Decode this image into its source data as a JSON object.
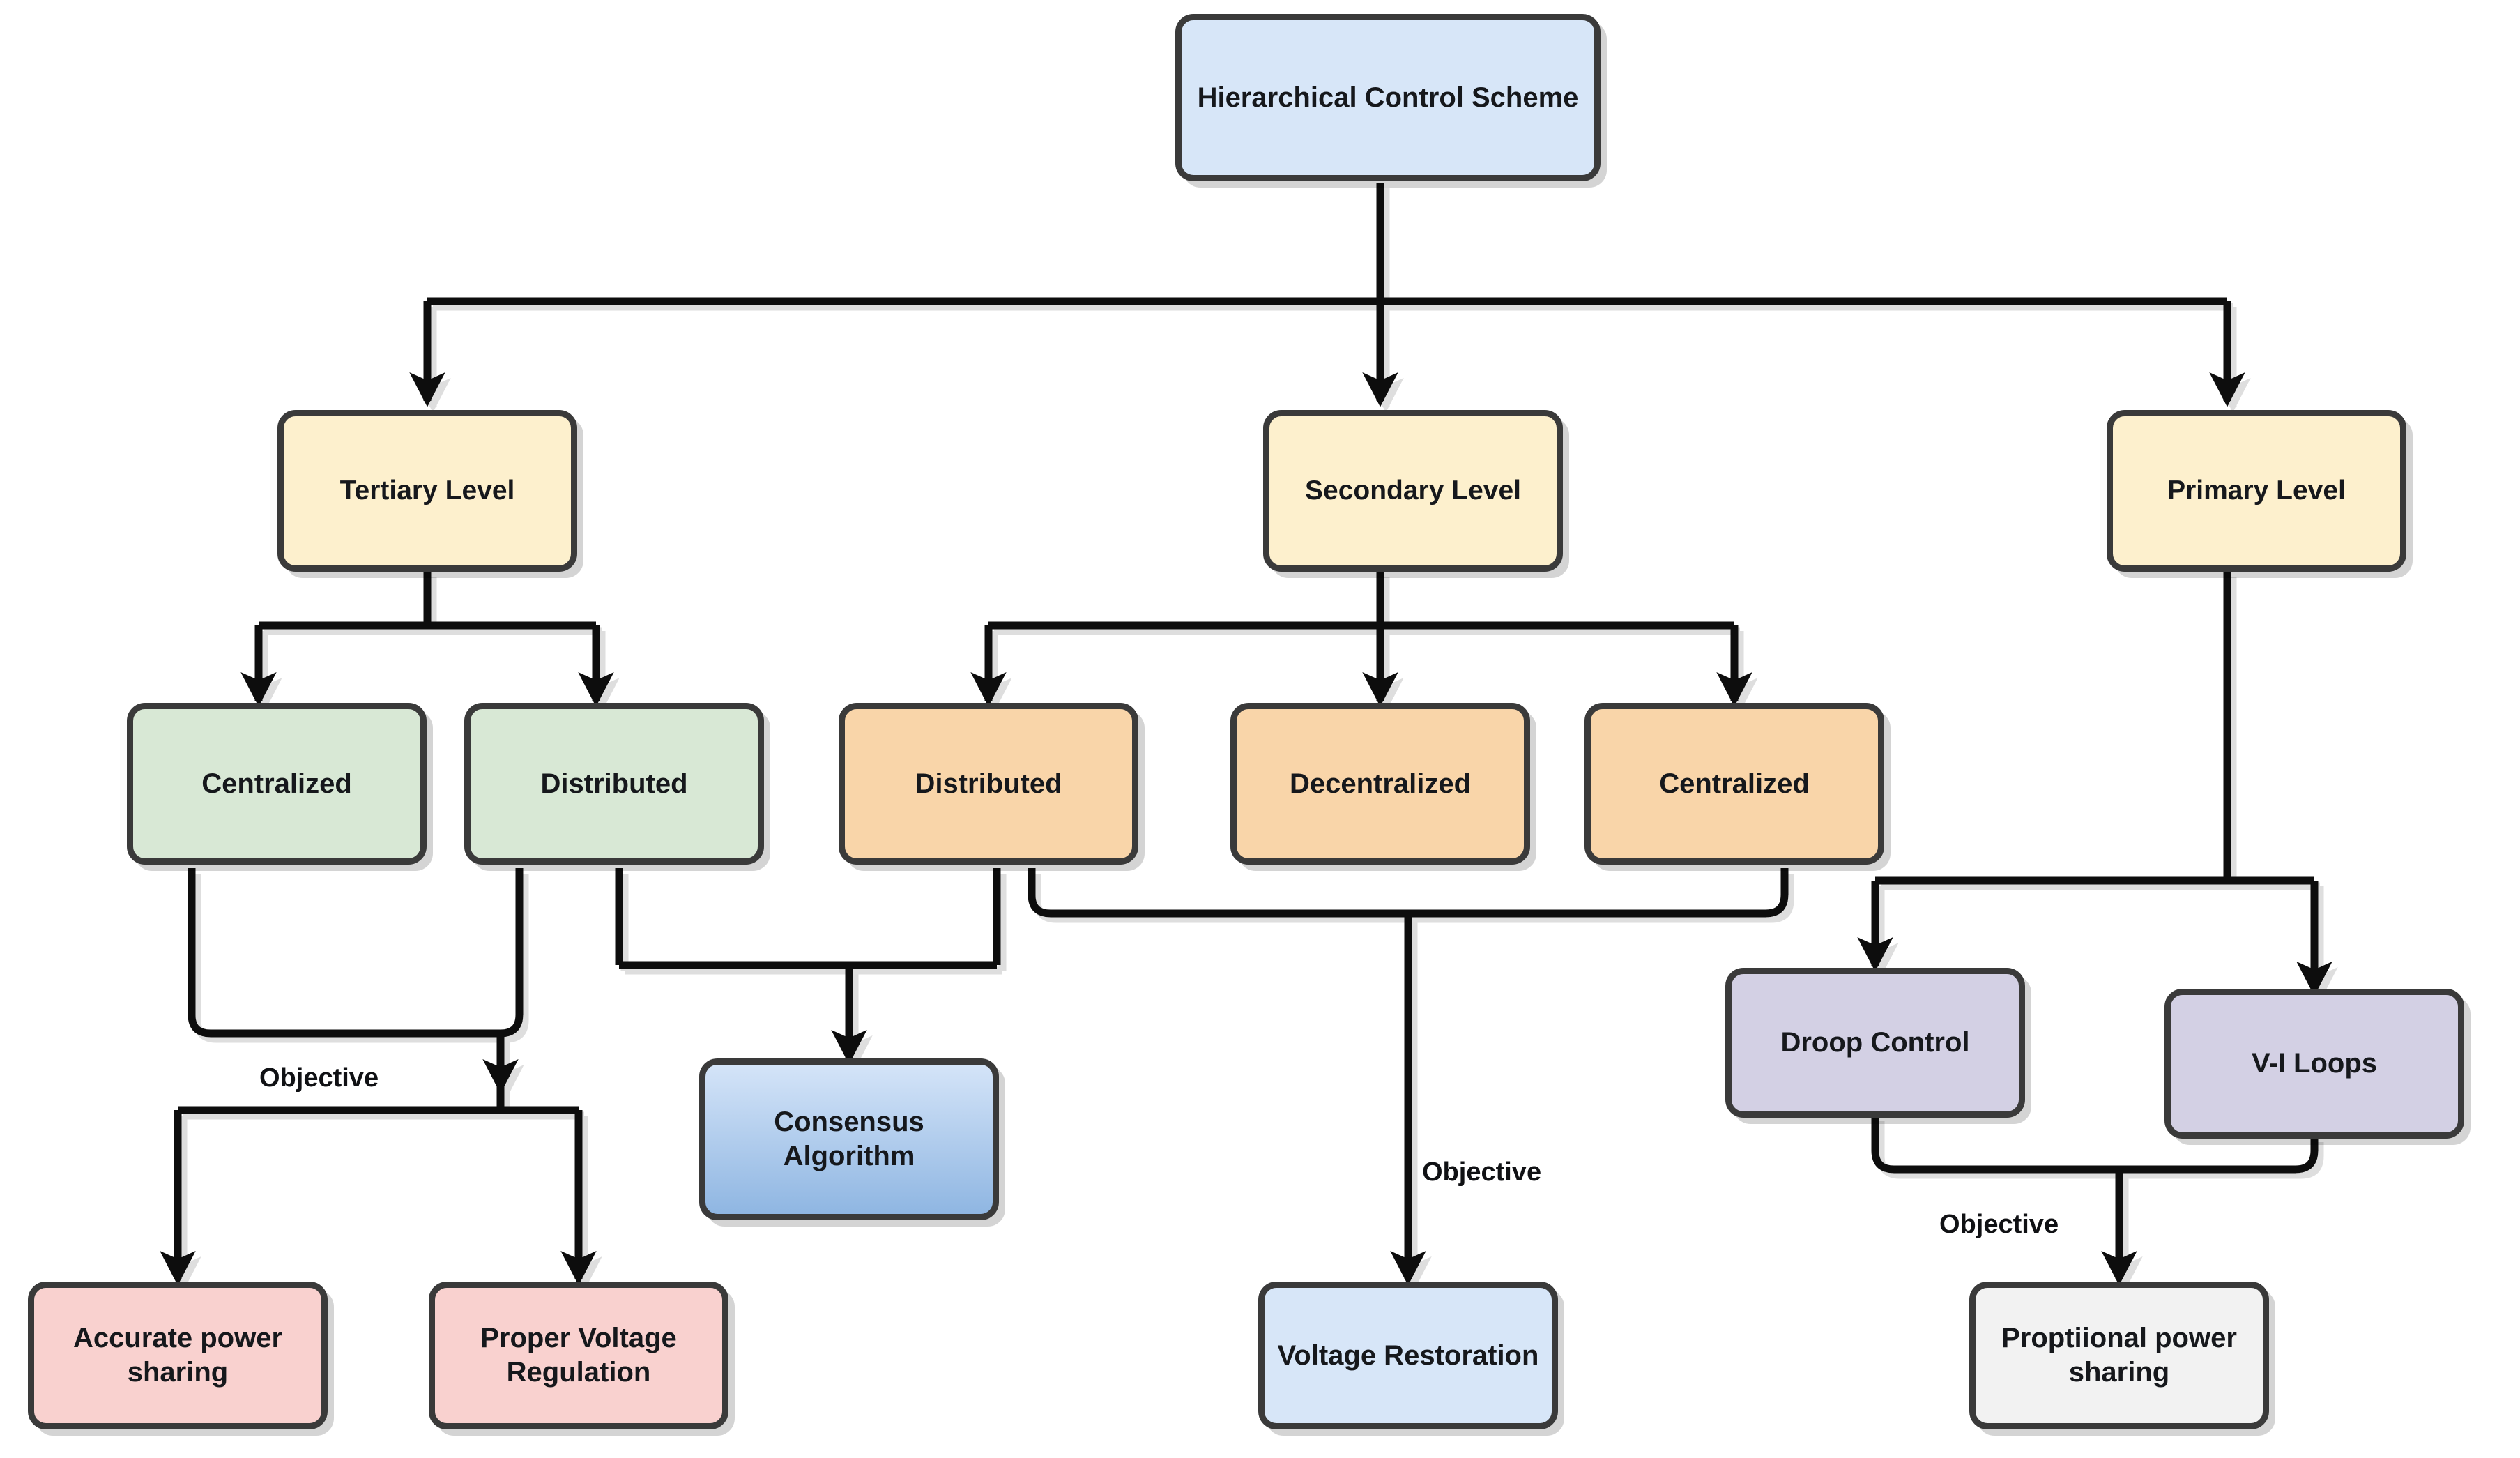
{
  "diagram": {
    "title": "Hierarchical Control Scheme",
    "type": "hierarchical-flowchart",
    "colors": {
      "root": "#d7e6f8",
      "level": "#fdf0cd",
      "tertiary_branch": "#d8e8d5",
      "secondary_branch": "#f9d5a9",
      "primary_branch": "#d3d0e4",
      "objective_tertiary": "#f9d1cf",
      "objective_secondary": "#d7e6f8",
      "objective_primary": "#f2f2f2",
      "consensus": "#8fb6e2",
      "border": "#3a3a3a",
      "edge": "#111111",
      "background": "#ffffff"
    }
  },
  "nodes": {
    "root": {
      "label": "Hierarchical Control Scheme"
    },
    "tertiary_level": {
      "label": "Tertiary Level"
    },
    "secondary_level": {
      "label": "Secondary Level"
    },
    "primary_level": {
      "label": "Primary Level"
    },
    "tertiary_centralized": {
      "label": "Centralized"
    },
    "tertiary_distributed": {
      "label": "Distributed"
    },
    "secondary_distributed": {
      "label": "Distributed"
    },
    "secondary_decentralized": {
      "label": "Decentralized"
    },
    "secondary_centralized": {
      "label": "Centralized"
    },
    "droop_control": {
      "label": "Droop Control"
    },
    "vi_loops": {
      "label": "V-I Loops"
    },
    "consensus_algorithm": {
      "line1": "Consensus",
      "line2": "Algorithm"
    },
    "accurate_power_sharing": {
      "line1": "Accurate  power",
      "line2": "sharing"
    },
    "proper_voltage_regulation": {
      "line1": "Proper Voltage",
      "line2": "Regulation"
    },
    "voltage_restoration": {
      "label": "Voltage Restoration"
    },
    "proptiional_power_sharing": {
      "line1": "Proptiional power",
      "line2": "sharing"
    }
  },
  "edge_labels": {
    "tertiary_objective": "Objective",
    "secondary_objective": "Objective",
    "primary_objective": "Objective"
  }
}
